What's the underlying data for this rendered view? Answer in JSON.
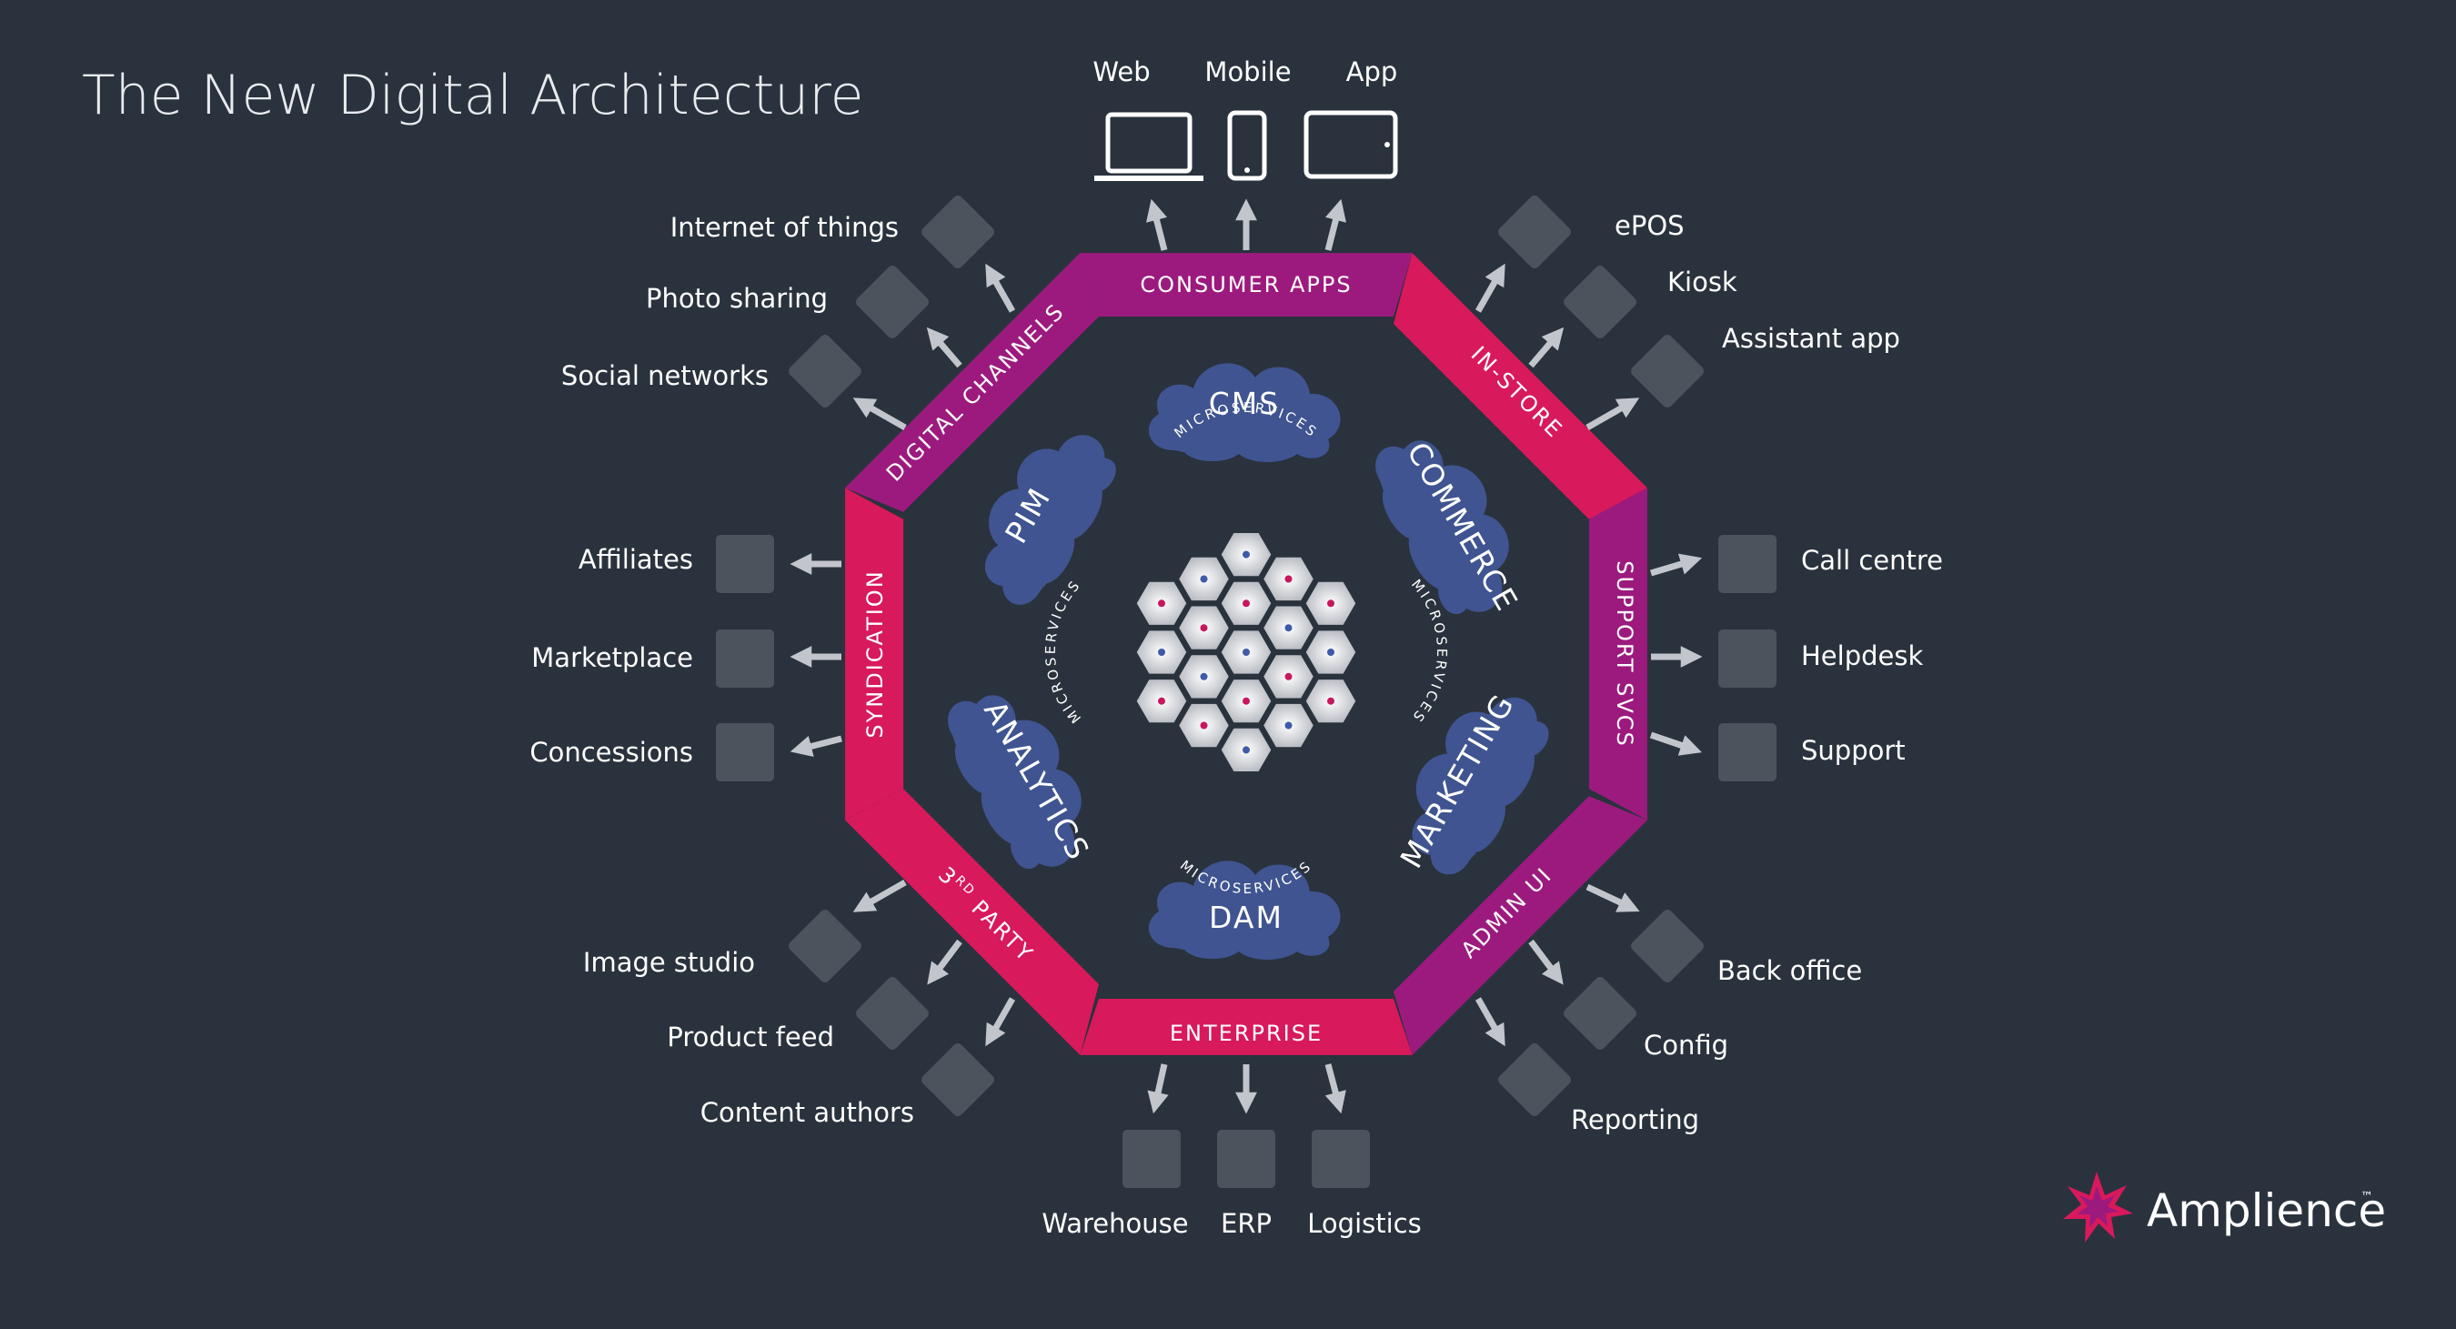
{
  "title": "The New Digital Architecture",
  "brand": {
    "name": "Amplience",
    "trademark": "™"
  },
  "devices": {
    "web": "Web",
    "mobile": "Mobile",
    "app": "App"
  },
  "segments": {
    "consumer_apps": "CONSUMER APPS",
    "in_store": "IN-STORE",
    "support_svcs": "SUPPORT SVCS",
    "admin_ui": "ADMIN UI",
    "enterprise": "ENTERPRISE",
    "third_party_num": "3",
    "third_party_sup": "RD",
    "third_party_word": "PARTY",
    "syndication": "SYNDICATION",
    "digital_channels": "DIGITAL CHANNELS"
  },
  "services": {
    "cms": "CMS",
    "commerce": "COMMERCE",
    "marketing": "MARKETING",
    "dam": "DAM",
    "analytics": "ANALYTICS",
    "pim": "PIM",
    "microservices": "MICROSERVICES"
  },
  "endpoints": {
    "internet_of_things": "Internet of things",
    "photo_sharing": "Photo sharing",
    "social_networks": "Social networks",
    "epos": "ePOS",
    "kiosk": "Kiosk",
    "assistant_app": "Assistant app",
    "affiliates": "Affiliates",
    "marketplace": "Marketplace",
    "concessions": "Concessions",
    "call_centre": "Call centre",
    "helpdesk": "Helpdesk",
    "support": "Support",
    "image_studio": "Image studio",
    "product_feed": "Product feed",
    "content_authors": "Content authors",
    "back_office": "Back office",
    "config": "Config",
    "reporting": "Reporting",
    "warehouse": "Warehouse",
    "erp": "ERP",
    "logistics": "Logistics"
  },
  "colors": {
    "background": "#2a323d",
    "purple": "#9c1a7e",
    "magenta": "#d8195b",
    "cloud": "#3f5490",
    "tile": "#4d535d",
    "arrow": "#c2c6cc",
    "dot_magenta": "#c8175e",
    "dot_blue": "#3e5aa8"
  }
}
